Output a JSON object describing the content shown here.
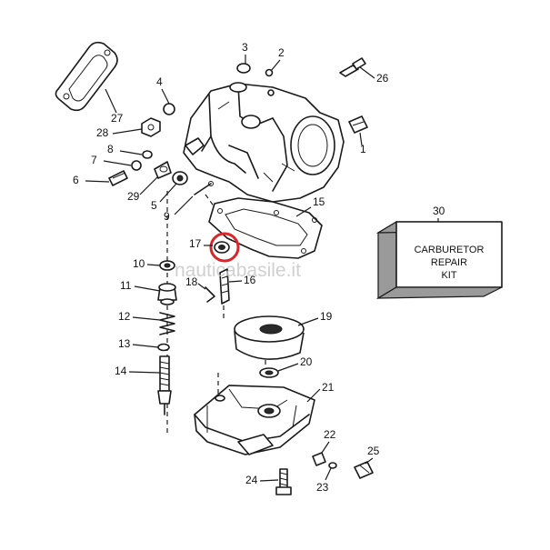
{
  "diagram": {
    "part_numbers": [
      "1",
      "2",
      "3",
      "4",
      "5",
      "6",
      "7",
      "8",
      "9",
      "10",
      "11",
      "12",
      "13",
      "14",
      "15",
      "16",
      "17",
      "18",
      "19",
      "20",
      "21",
      "22",
      "23",
      "24",
      "25",
      "26",
      "27",
      "28",
      "29",
      "30"
    ],
    "kit_label": [
      "CARBURETOR",
      "REPAIR",
      "KIT"
    ],
    "highlighted_part": "17",
    "highlight_color": "#d9252a",
    "watermark": "nauticabasile.it"
  }
}
